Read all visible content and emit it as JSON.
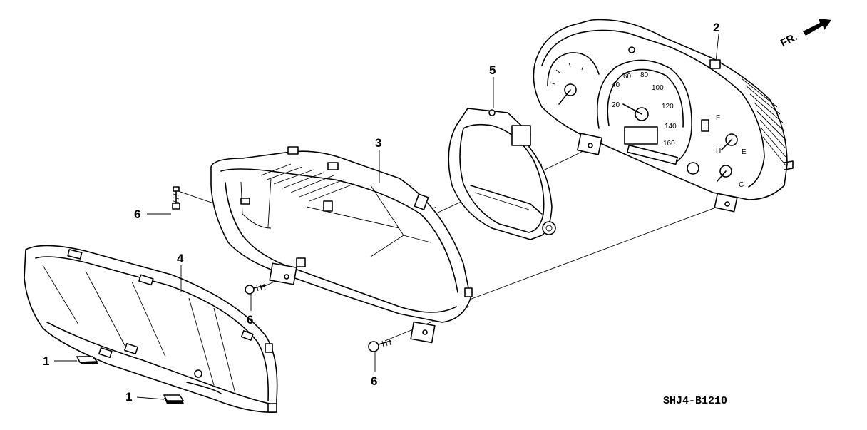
{
  "diagram": {
    "part_code": "SHJ4-B1210",
    "direction_label": "FR.",
    "callouts": {
      "meter_assembly": "2",
      "visor": "3",
      "lens": "4",
      "ring": "5",
      "screw_top": "6",
      "screw_mid": "6",
      "screw_bottom": "6",
      "clip_upper": "1",
      "clip_lower": "1"
    },
    "speedometer_ticks": [
      "20",
      "40",
      "60",
      "80",
      "100",
      "120",
      "140",
      "160"
    ],
    "fuel_marks": [
      "F",
      "E"
    ],
    "temp_marks": [
      "H",
      "C"
    ]
  }
}
